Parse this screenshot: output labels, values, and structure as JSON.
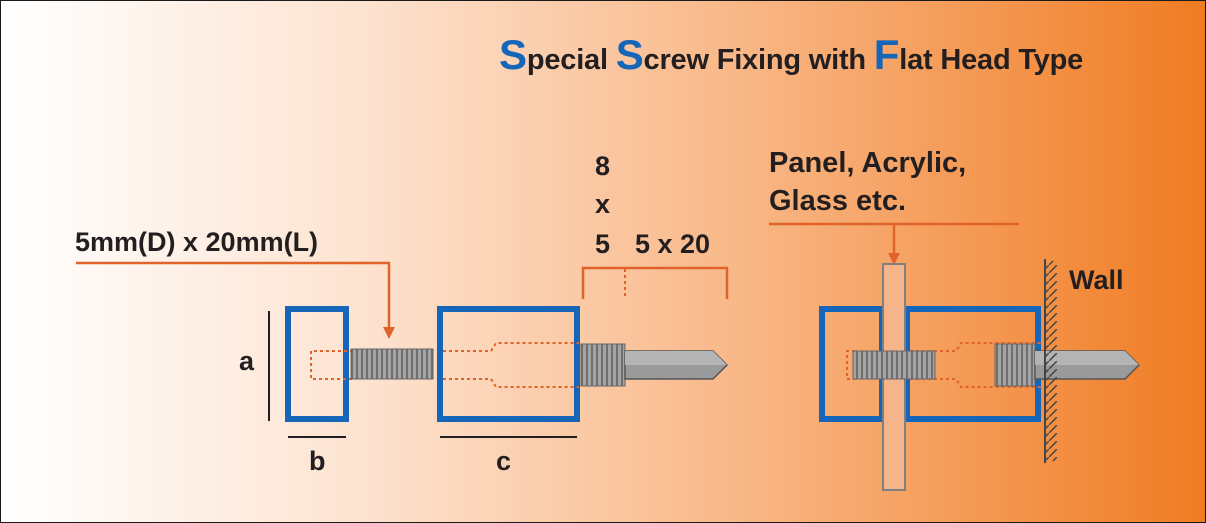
{
  "title": {
    "cap1": "S",
    "rest1": "pecial ",
    "cap2": "S",
    "rest2": "crew Fixing with ",
    "cap3": "F",
    "rest3": "lat Head Type"
  },
  "labels": {
    "thread": "5mm(D) x 20mm(L)",
    "size_top": "8",
    "size_x": "x",
    "size_bottom": "5",
    "size_screw": "5 x 20",
    "panel_line1": "Panel, Acrylic,",
    "panel_line2": "Glass etc.",
    "wall": "Wall",
    "dim_a": "a",
    "dim_b": "b",
    "dim_c": "c"
  },
  "colors": {
    "accent": "#1565b8",
    "leader": "#e0632a",
    "metal": "#9a9a9a",
    "text": "#231f20"
  }
}
